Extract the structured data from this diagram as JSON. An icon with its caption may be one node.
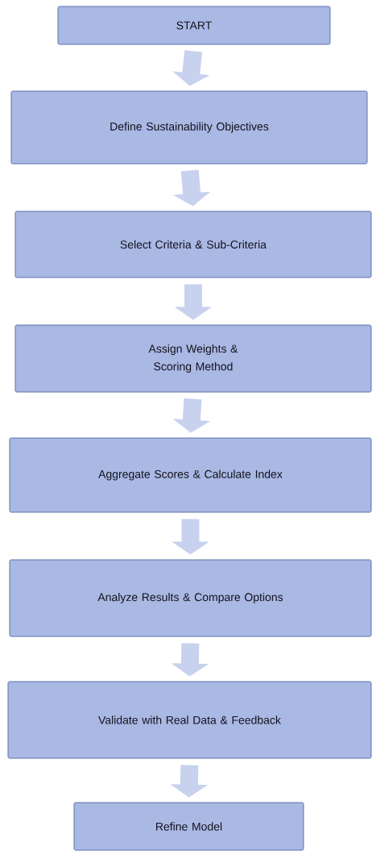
{
  "diagram": {
    "nodes": [
      {
        "text": [
          "START"
        ]
      },
      {
        "text": [
          "Define Sustainability Objectives"
        ]
      },
      {
        "text": [
          "Select Criteria & Sub-Criteria"
        ]
      },
      {
        "text": [
          "Assign Weights & Scoring Method"
        ]
      },
      {
        "text": [
          "Aggregate Scores & Calculate Index"
        ]
      },
      {
        "text": [
          "Analyze Results & Compare Options"
        ]
      },
      {
        "text": [
          "Validate with Real Data & Feedback"
        ]
      },
      {
        "text": [
          "Refine Model"
        ]
      }
    ],
    "edges": [
      {
        "from": 0,
        "to": 1,
        "arrow": "to"
      },
      {
        "from": 1,
        "to": 2,
        "arrow": "to"
      },
      {
        "from": 2,
        "to": 3,
        "arrow": "to"
      },
      {
        "from": 3,
        "to": 4,
        "arrow": "to"
      },
      {
        "from": 4,
        "to": 5,
        "arrow": "to"
      },
      {
        "from": 5,
        "to": 6,
        "arrow": "to"
      },
      {
        "from": 6,
        "to": 7,
        "arrow": "to"
      }
    ]
  }
}
